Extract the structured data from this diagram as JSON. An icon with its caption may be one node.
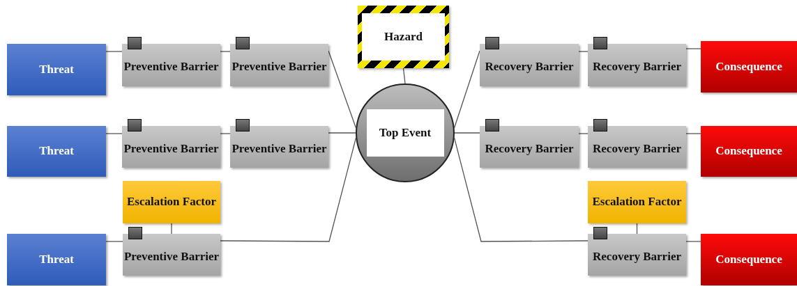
{
  "diagram": {
    "nodes": [
      {
        "text": [
          "Hazard"
        ]
      },
      {
        "text": [
          "Threat"
        ]
      },
      {
        "text": [
          "Preventive Barrier"
        ]
      },
      {
        "text": [
          "Preventive Barrier"
        ]
      },
      {
        "text": [
          "Recovery Barrier"
        ]
      },
      {
        "text": [
          "Recovery Barrier"
        ]
      },
      {
        "text": [
          "Consequence"
        ]
      },
      {
        "text": [
          "Threat"
        ]
      },
      {
        "text": [
          "Preventive Barrier"
        ]
      },
      {
        "text": [
          "Preventive Barrier"
        ]
      },
      {
        "text": [
          "Top Event"
        ]
      },
      {
        "text": [
          "Recovery Barrier"
        ]
      },
      {
        "text": [
          "Recovery Barrier"
        ]
      },
      {
        "text": [
          "Consequence"
        ]
      },
      {
        "text": [
          "Escalation Factor"
        ]
      },
      {
        "text": [
          "Escalation Factor"
        ]
      },
      {
        "text": [
          "Threat"
        ]
      },
      {
        "text": [
          "Preventive Barrier"
        ]
      },
      {
        "text": [
          "Recovery Barrier"
        ]
      },
      {
        "text": [
          "Consequence"
        ]
      }
    ],
    "edges": [
      {
        "from": 0,
        "to": 10,
        "arrow": "none"
      },
      {
        "from": 1,
        "to": 2,
        "arrow": "none"
      },
      {
        "from": 2,
        "to": 3,
        "arrow": "none"
      },
      {
        "from": 3,
        "to": 10,
        "arrow": "none"
      },
      {
        "from": 7,
        "to": 8,
        "arrow": "none"
      },
      {
        "from": 8,
        "to": 9,
        "arrow": "none"
      },
      {
        "from": 9,
        "to": 10,
        "arrow": "none"
      },
      {
        "from": 16,
        "to": 17,
        "arrow": "none"
      },
      {
        "from": 17,
        "to": 10,
        "arrow": "none"
      },
      {
        "from": 14,
        "to": 17,
        "arrow": "none"
      },
      {
        "from": 10,
        "to": 4,
        "arrow": "none"
      },
      {
        "from": 4,
        "to": 5,
        "arrow": "none"
      },
      {
        "from": 5,
        "to": 6,
        "arrow": "none"
      },
      {
        "from": 10,
        "to": 11,
        "arrow": "none"
      },
      {
        "from": 11,
        "to": 12,
        "arrow": "none"
      },
      {
        "from": 12,
        "to": 13,
        "arrow": "none"
      },
      {
        "from": 10,
        "to": 18,
        "arrow": "none"
      },
      {
        "from": 18,
        "to": 19,
        "arrow": "none"
      },
      {
        "from": 15,
        "to": 18,
        "arrow": "none"
      }
    ]
  }
}
